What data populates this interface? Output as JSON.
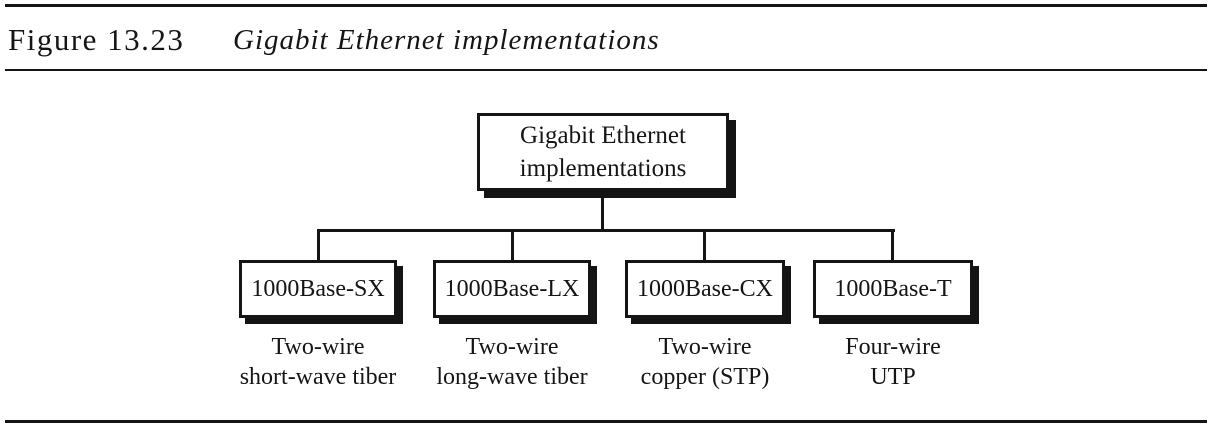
{
  "figure": {
    "label": "Figure 13.23",
    "title": "Gigabit Ethernet implementations"
  },
  "diagram": {
    "root": {
      "line1": "Gigabit Ethernet",
      "line2": "implementations"
    },
    "nodes": [
      {
        "name": "1000Base-SX",
        "caption_line1": "Two-wire",
        "caption_line2": "short-wave tiber"
      },
      {
        "name": "1000Base-LX",
        "caption_line1": "Two-wire",
        "caption_line2": "long-wave tiber"
      },
      {
        "name": "1000Base-CX",
        "caption_line1": "Two-wire",
        "caption_line2": "copper (STP)"
      },
      {
        "name": "1000Base-T",
        "caption_line1": "Four-wire",
        "caption_line2": "UTP"
      }
    ]
  },
  "colors": {
    "ink": "#151515",
    "paper": "#ffffff"
  }
}
